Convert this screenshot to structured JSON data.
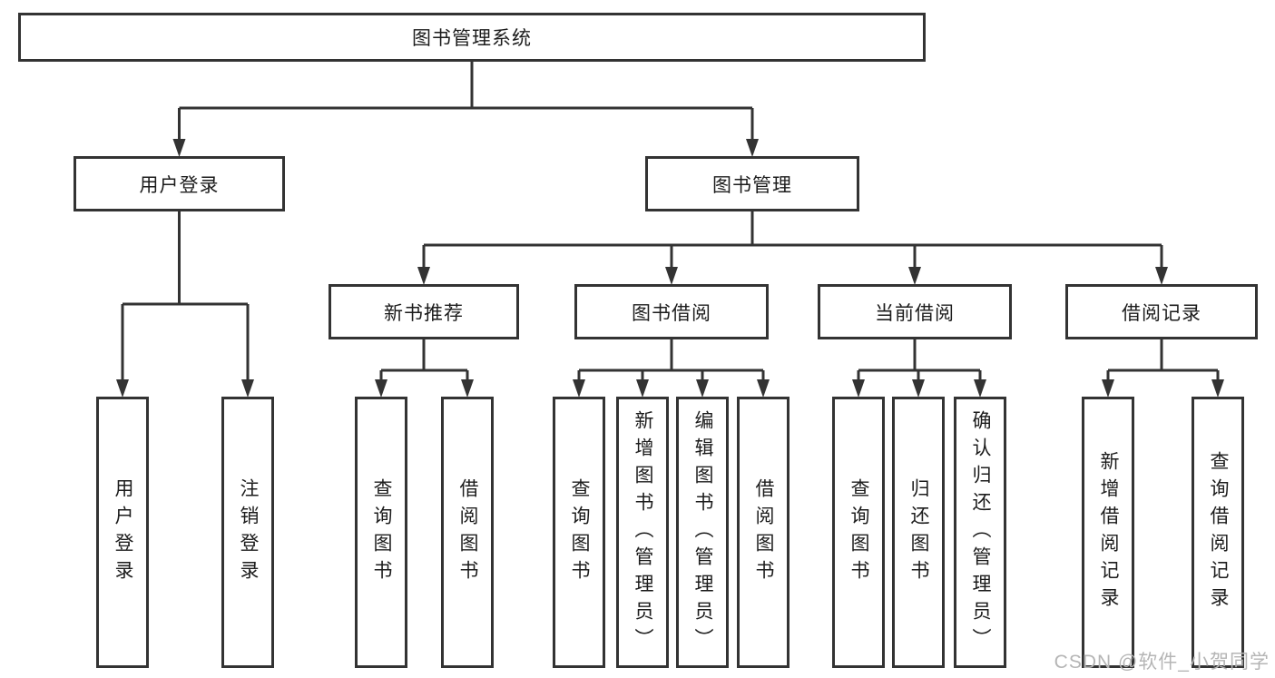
{
  "diagram": {
    "title": "图书管理系统",
    "branches": [
      {
        "label": "用户登录",
        "children": [
          {
            "label": "用户登录"
          },
          {
            "label": "注销登录"
          }
        ]
      },
      {
        "label": "图书管理",
        "children": [
          {
            "label": "新书推荐",
            "children": [
              {
                "label": "查询图书"
              },
              {
                "label": "借阅图书"
              }
            ]
          },
          {
            "label": "图书借阅",
            "children": [
              {
                "label": "查询图书"
              },
              {
                "label": "新增图书（管理员）"
              },
              {
                "label": "编辑图书（管理员）"
              },
              {
                "label": "借阅图书"
              }
            ]
          },
          {
            "label": "当前借阅",
            "children": [
              {
                "label": "查询图书"
              },
              {
                "label": "归还图书"
              },
              {
                "label": "确认归还（管理员）"
              }
            ]
          },
          {
            "label": "借阅记录",
            "children": [
              {
                "label": "新增借阅记录"
              },
              {
                "label": "查询借阅记录"
              }
            ]
          }
        ]
      }
    ]
  },
  "watermark": {
    "text": "CSDN @软件_小贺同学"
  },
  "colors": {
    "line": "#333333",
    "box_fill": "#ffffff",
    "text": "#1c1c1c",
    "watermark": "#b5b5b5"
  }
}
